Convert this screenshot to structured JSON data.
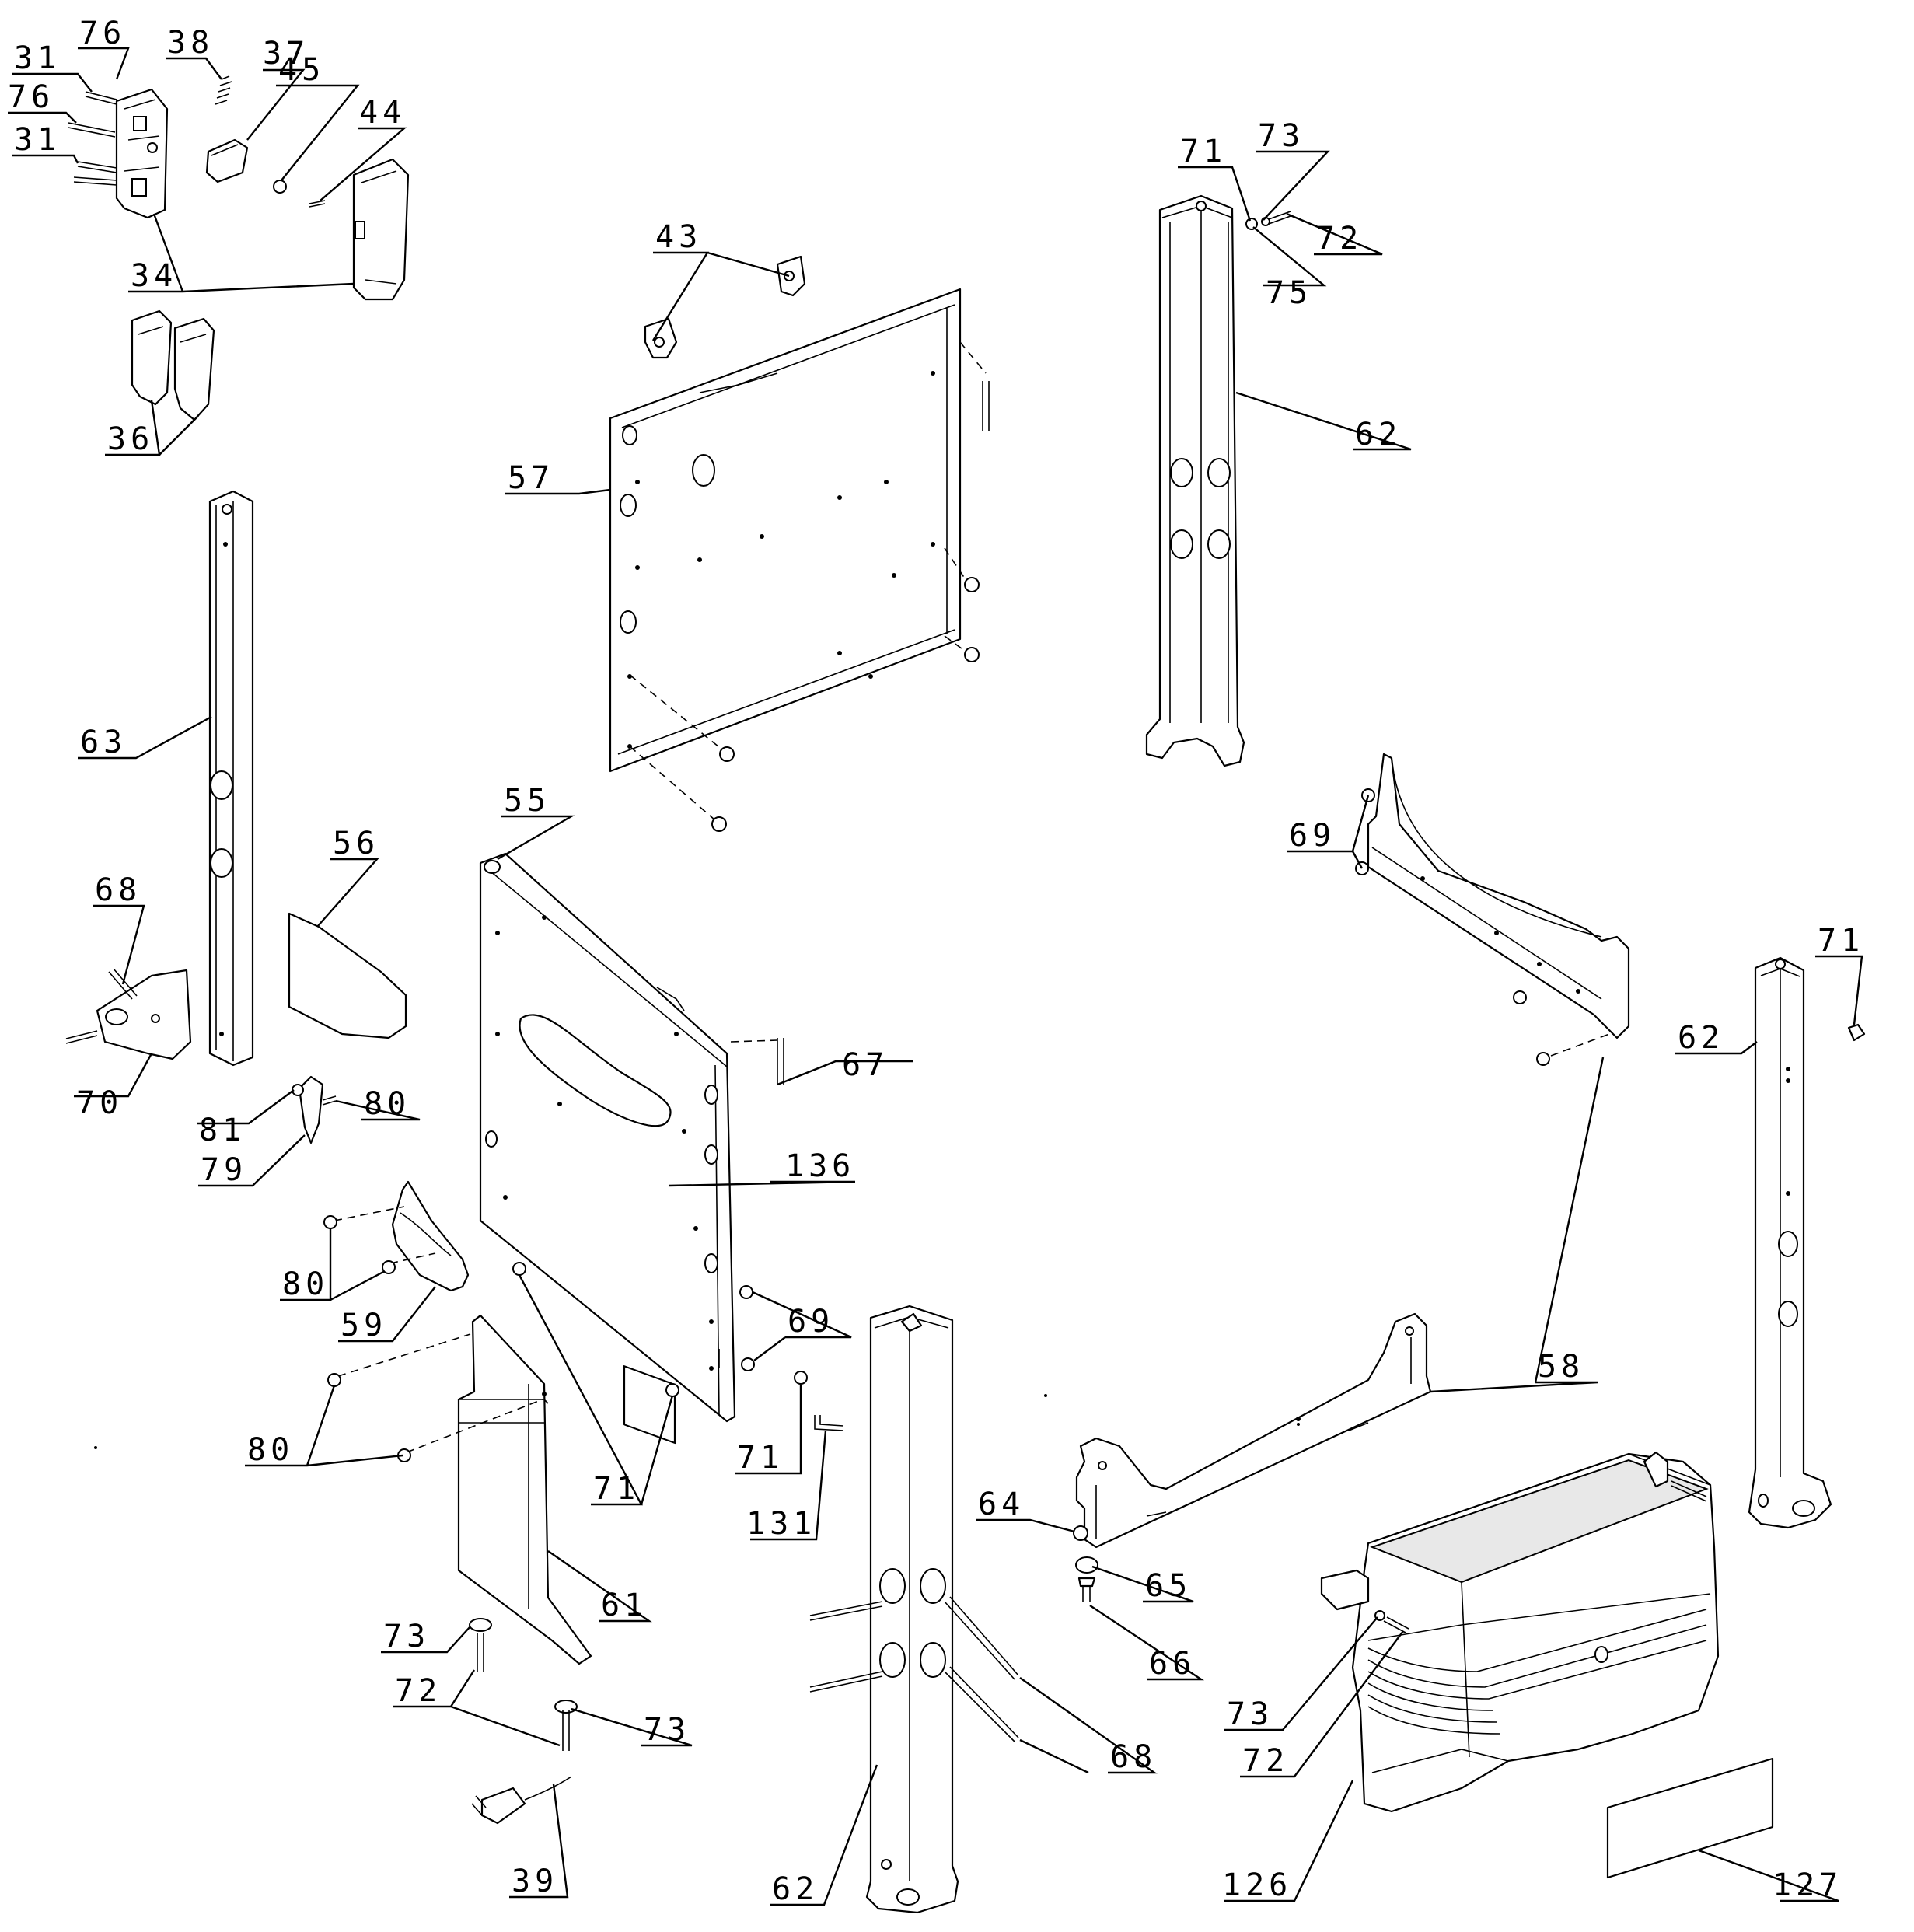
{
  "callouts": [
    {
      "id": "c31a",
      "text": "31"
    },
    {
      "id": "c76a",
      "text": "76"
    },
    {
      "id": "c38",
      "text": "38"
    },
    {
      "id": "c37",
      "text": "37"
    },
    {
      "id": "c45",
      "text": "45"
    },
    {
      "id": "c76b",
      "text": "76"
    },
    {
      "id": "c44",
      "text": "44"
    },
    {
      "id": "c31b",
      "text": "31"
    },
    {
      "id": "c34",
      "text": "34"
    },
    {
      "id": "c36",
      "text": "36"
    },
    {
      "id": "c43",
      "text": "43"
    },
    {
      "id": "c57",
      "text": "57"
    },
    {
      "id": "c71a",
      "text": "71"
    },
    {
      "id": "c73a",
      "text": "73"
    },
    {
      "id": "c72a",
      "text": "72"
    },
    {
      "id": "c75",
      "text": "75"
    },
    {
      "id": "c62a",
      "text": "62"
    },
    {
      "id": "c63",
      "text": "63"
    },
    {
      "id": "c55",
      "text": "55"
    },
    {
      "id": "c56",
      "text": "56"
    },
    {
      "id": "c68a",
      "text": "68"
    },
    {
      "id": "c69a",
      "text": "69"
    },
    {
      "id": "c71b",
      "text": "71"
    },
    {
      "id": "c62b",
      "text": "62"
    },
    {
      "id": "c70",
      "text": "70"
    },
    {
      "id": "c67",
      "text": "67"
    },
    {
      "id": "c81",
      "text": "81"
    },
    {
      "id": "c80a",
      "text": "80"
    },
    {
      "id": "c79",
      "text": "79"
    },
    {
      "id": "c136",
      "text": "136"
    },
    {
      "id": "c80b",
      "text": "80"
    },
    {
      "id": "c59",
      "text": "59"
    },
    {
      "id": "c69b",
      "text": "69"
    },
    {
      "id": "c58",
      "text": "58"
    },
    {
      "id": "c80c",
      "text": "80"
    },
    {
      "id": "c71c",
      "text": "71"
    },
    {
      "id": "c71d",
      "text": "71"
    },
    {
      "id": "c131",
      "text": "131"
    },
    {
      "id": "c64",
      "text": "64"
    },
    {
      "id": "c65",
      "text": "65"
    },
    {
      "id": "c66",
      "text": "66"
    },
    {
      "id": "c61",
      "text": "61"
    },
    {
      "id": "c73b",
      "text": "73"
    },
    {
      "id": "c72b",
      "text": "72"
    },
    {
      "id": "c73c",
      "text": "73"
    },
    {
      "id": "c68b",
      "text": "68"
    },
    {
      "id": "c73d",
      "text": "73"
    },
    {
      "id": "c72c",
      "text": "72"
    },
    {
      "id": "c39",
      "text": "39"
    },
    {
      "id": "c62c",
      "text": "62"
    },
    {
      "id": "c126",
      "text": "126"
    },
    {
      "id": "c127",
      "text": "127"
    }
  ]
}
